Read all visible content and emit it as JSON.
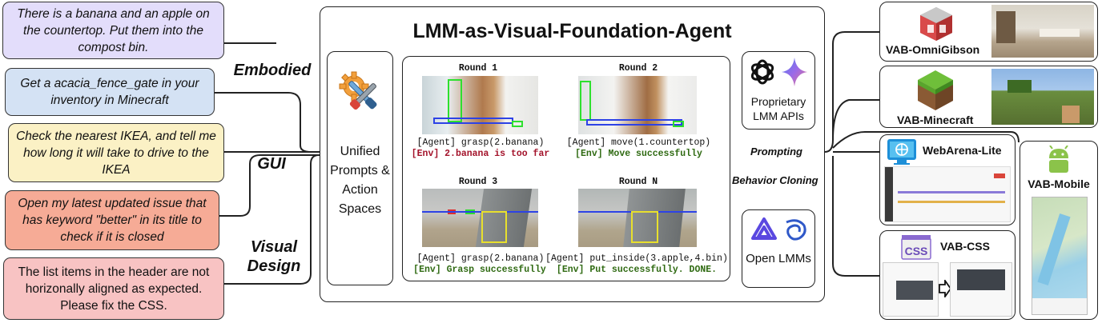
{
  "tasks": [
    {
      "text": "There is a banana and an apple on the countertop. Put them into the compost bin.",
      "bg": "#e3ddfb"
    },
    {
      "text": "Get a acacia_fence_gate in your inventory in Minecraft",
      "bg": "#d4e2f4"
    },
    {
      "text": "Check the nearest IKEA, and tell me how long it will take to drive to the IKEA",
      "bg": "#fbf1c5"
    },
    {
      "text": "Open my latest updated issue that has keyword \"better\" in its title to check if it is closed",
      "bg": "#f6ab96"
    },
    {
      "text": "The list items in the header are not horizonally aligned as expected. Please fix the CSS.",
      "bg": "#f8c3c3"
    }
  ],
  "categories": {
    "embodied": "Embodied",
    "gui": "GUI",
    "visual_design_1": "Visual",
    "visual_design_2": "Design"
  },
  "main": {
    "title": "LMM-as-Visual-Foundation-Agent",
    "unified": "Unified Prompts & Action Spaces"
  },
  "rounds": [
    {
      "title": "Round 1",
      "agent": "[Agent] grasp(2.banana)",
      "env": "[Env] 2.banana is too far",
      "env_color": "#a3122a"
    },
    {
      "title": "Round 2",
      "agent": "[Agent] move(1.countertop)",
      "env": "[Env] Move successfully",
      "env_color": "#2f6a12"
    },
    {
      "title": "Round 3",
      "agent": "[Agent] grasp(2.banana)",
      "env": "[Env] Grasp successfully",
      "env_color": "#2f6a12"
    },
    {
      "title": "Round N",
      "agent": "[Agent] put_inside(3.apple,4.bin)",
      "env": "[Env] Put successfully. DONE.",
      "env_color": "#2f6a12"
    }
  ],
  "models": {
    "proprietary": "Proprietary LMM APIs",
    "open": "Open LMMs",
    "prompting": "Prompting",
    "behavior_cloning": "Behavior Cloning"
  },
  "environments": {
    "omnigibson": "VAB-OmniGibson",
    "minecraft": "VAB-Minecraft",
    "webarena": "WebArena-Lite",
    "mobile": "VAB-Mobile",
    "css": "VAB-CSS"
  }
}
